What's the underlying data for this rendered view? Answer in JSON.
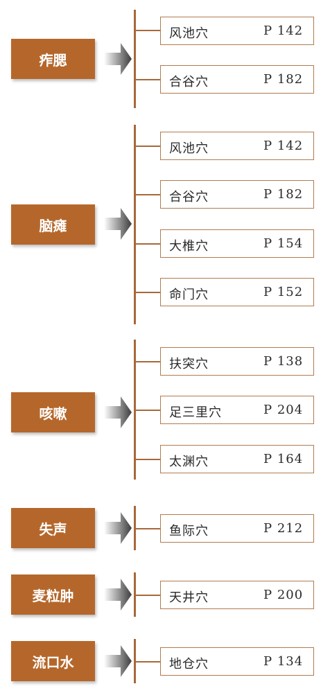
{
  "groups": [
    {
      "category": "痄腮",
      "items": [
        {
          "name": "风池穴",
          "page": "P 142"
        },
        {
          "name": "合谷穴",
          "page": "P 182"
        }
      ]
    },
    {
      "category": "脑瘫",
      "items": [
        {
          "name": "风池穴",
          "page": "P 142"
        },
        {
          "name": "合谷穴",
          "page": "P 182"
        },
        {
          "name": "大椎穴",
          "page": "P 154"
        },
        {
          "name": "命门穴",
          "page": "P 152"
        }
      ]
    },
    {
      "category": "咳嗽",
      "items": [
        {
          "name": "扶突穴",
          "page": "P 138"
        },
        {
          "name": "足三里穴",
          "page": "P 204"
        },
        {
          "name": "太渊穴",
          "page": "P 164"
        }
      ]
    },
    {
      "category": "失声",
      "items": [
        {
          "name": "鱼际穴",
          "page": "P 212"
        }
      ]
    },
    {
      "category": "麦粒肿",
      "items": [
        {
          "name": "天井穴",
          "page": "P 200"
        }
      ]
    },
    {
      "category": "流口水",
      "items": [
        {
          "name": "地仓穴",
          "page": "P 134"
        }
      ]
    }
  ],
  "colors": {
    "category_bg": "#b5672b",
    "line": "#a6683a",
    "item_border": "#b07a4e"
  },
  "icons": {
    "arrow": "arrow-right-icon"
  }
}
